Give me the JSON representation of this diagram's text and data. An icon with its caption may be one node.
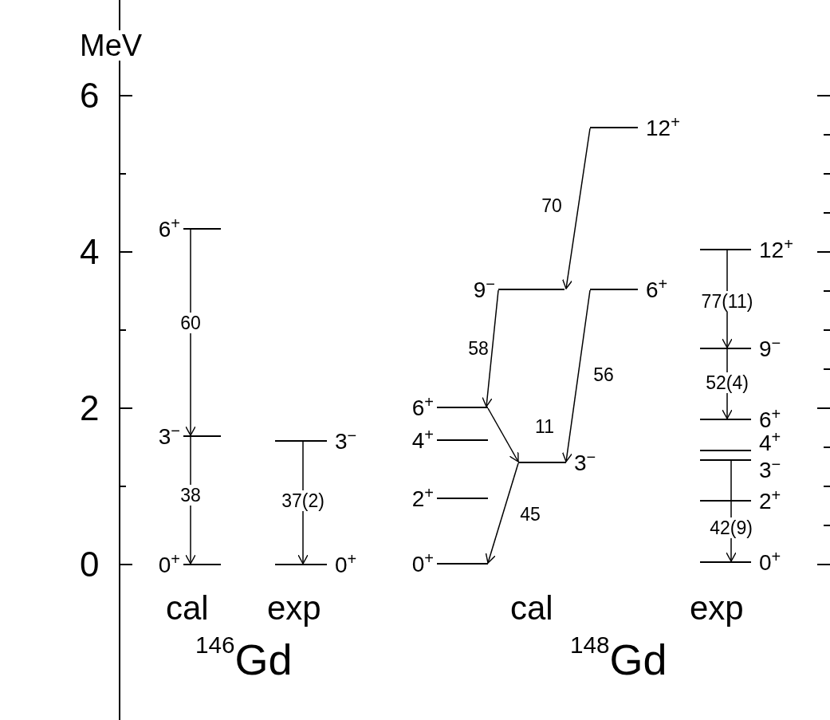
{
  "diagram": {
    "nodes": [
      {
        "text": [
          "6$^{+}$"
        ]
      },
      {
        "text": [
          "3$^{−}$"
        ]
      },
      {
        "text": [
          "0$^{+}$"
        ]
      },
      {
        "text": [
          "3$^{−}$"
        ]
      },
      {
        "text": [
          "0$^{+}$"
        ]
      },
      {
        "text": [
          "12$^{+}$"
        ]
      },
      {
        "text": [
          "9$^{−}$"
        ]
      },
      {
        "text": [
          "6$^{+}$"
        ]
      },
      {
        "text": [
          "6$^{+}$"
        ]
      },
      {
        "text": [
          "4$^{+}$"
        ]
      },
      {
        "text": [
          "3$^{−}$"
        ]
      },
      {
        "text": [
          "2$^{+}$"
        ]
      },
      {
        "text": [
          "0$^{+}$"
        ]
      },
      {
        "text": [
          "12$^{+}$"
        ]
      },
      {
        "text": [
          "9$^{−}$"
        ]
      },
      {
        "text": [
          "6$^{+}$"
        ]
      },
      {
        "text": [
          "4$^{+}$"
        ]
      },
      {
        "text": [
          "3$^{−}$"
        ]
      },
      {
        "text": [
          "2$^{+}$"
        ]
      },
      {
        "text": [
          "0$^{+}$"
        ]
      }
    ],
    "edges": [
      {
        "from": 0,
        "to": 1,
        "arrow": "to",
        "label": "60"
      },
      {
        "from": 1,
        "to": 2,
        "arrow": "to",
        "label": "38"
      },
      {
        "from": 3,
        "to": 4,
        "arrow": "to",
        "label": "37(2)"
      },
      {
        "from": 5,
        "to": 6,
        "arrow": "to",
        "label": "70"
      },
      {
        "from": 6,
        "to": 8,
        "arrow": "to",
        "label": "58"
      },
      {
        "from": 7,
        "to": 10,
        "arrow": "to",
        "label": "56"
      },
      {
        "from": 8,
        "to": 10,
        "arrow": "to",
        "label": "11"
      },
      {
        "from": 10,
        "to": 12,
        "arrow": "to",
        "label": "45"
      },
      {
        "from": 13,
        "to": 14,
        "arrow": "to",
        "label": "77(11)"
      },
      {
        "from": 14,
        "to": 15,
        "arrow": "to",
        "label": "52(4)"
      },
      {
        "from": 17,
        "to": 19,
        "arrow": "to",
        "label": "42(9)"
      }
    ],
    "labels": [
      "MeV",
      "6",
      "4",
      "2",
      "0",
      "cal",
      "exp",
      "cal",
      "exp",
      "$^{146}$Gd",
      "$^{148}$Gd"
    ]
  }
}
